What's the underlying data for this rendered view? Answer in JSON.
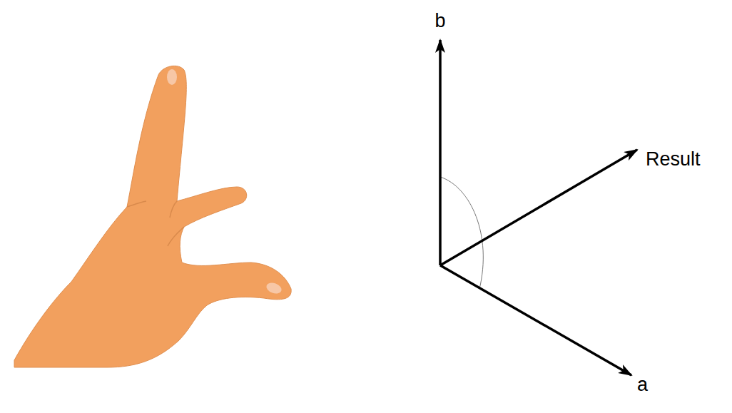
{
  "diagram": {
    "labels": [
      "b",
      "Result",
      "a"
    ]
  }
}
